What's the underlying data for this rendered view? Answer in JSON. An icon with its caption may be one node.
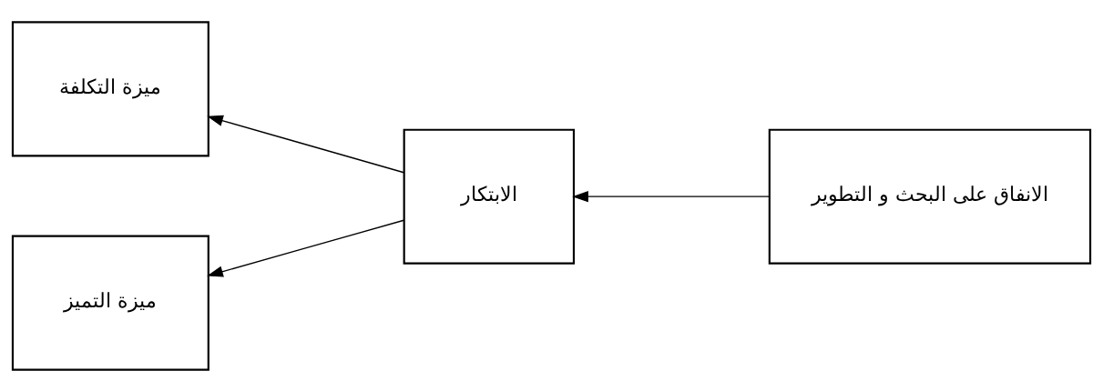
{
  "diagram": {
    "nodes": [
      {
        "text": [
          "ميزة التكلفة"
        ]
      },
      {
        "text": [
          "ميزة التميز"
        ]
      },
      {
        "text": [
          "الابتكار"
        ]
      },
      {
        "text": [
          "الانفاق على البحث و التطوير"
        ]
      }
    ],
    "edges": [
      {
        "from": 3,
        "to": 2,
        "arrow": "to"
      },
      {
        "from": 2,
        "to": 0,
        "arrow": "to"
      },
      {
        "from": 2,
        "to": 1,
        "arrow": "to"
      }
    ]
  }
}
